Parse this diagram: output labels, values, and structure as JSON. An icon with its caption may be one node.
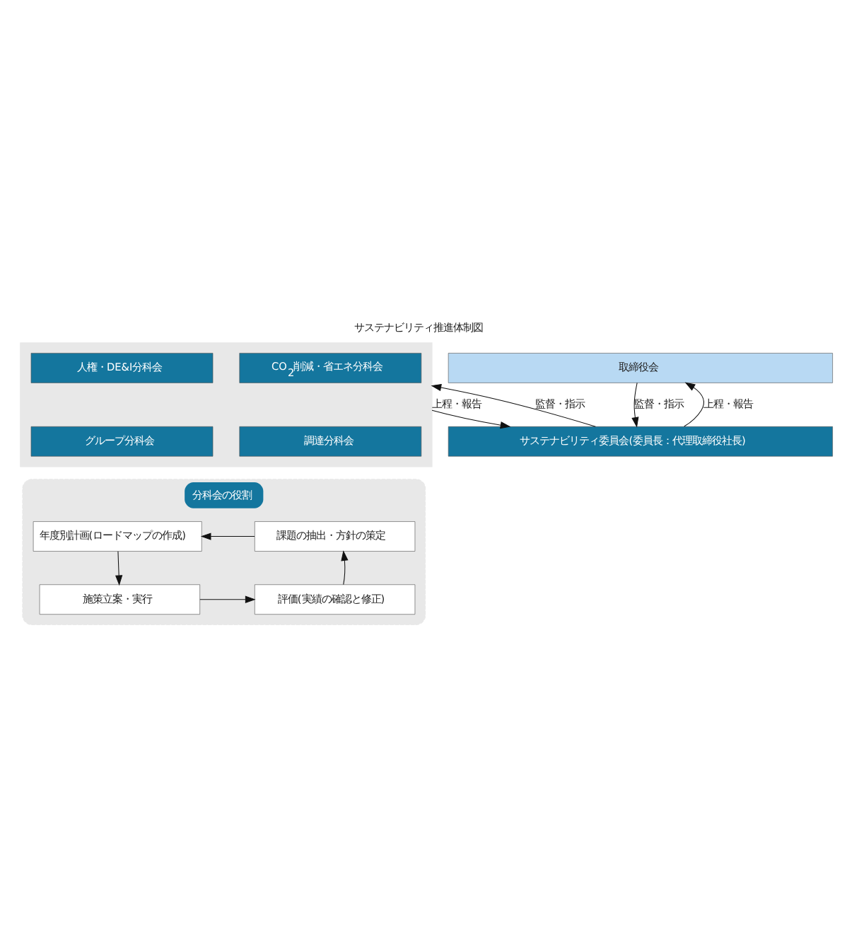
{
  "diagram": {
    "title": "サステナビリティ推進体制図",
    "nodes": [
      {
        "text": [
          "取締役会"
        ]
      },
      {
        "text": [
          "サステナビリティ委員会(委員長：代理取締役社長)"
        ]
      },
      {
        "text": [],
        "shape": "box"
      },
      {
        "text": [
          "CO$_{2}$削減・省エネ分科会"
        ],
        "in": 2
      },
      {
        "text": [
          "人権・DE&I分科会"
        ],
        "in": 2
      },
      {
        "text": [
          "調達分科会"
        ],
        "in": 2
      },
      {
        "text": [
          "グループ分科会"
        ],
        "in": 2
      },
      {
        "text": [
          "分科会の役割"
        ]
      },
      {
        "text": [
          "課題の抽出・方針の策定"
        ],
        "in": 7
      },
      {
        "text": [
          "年度別計画(ロードマップの作成)"
        ],
        "in": 7
      },
      {
        "text": [
          "施策立案・実行"
        ],
        "in": 7
      },
      {
        "text": [
          "評価(実績の確認と修正)"
        ],
        "in": 7
      }
    ],
    "edges": [
      {
        "from": 1,
        "to": 0,
        "arrow": "to",
        "label": "上程・報告"
      },
      {
        "from": 0,
        "to": 1,
        "arrow": "to",
        "label": "監督・指示"
      },
      {
        "from": 2,
        "to": 1,
        "arrow": "to",
        "label": "上程・報告"
      },
      {
        "from": 1,
        "to": 2,
        "arrow": "to",
        "label": "監督・指示"
      },
      {
        "from": 8,
        "to": 9,
        "arrow": "to"
      },
      {
        "from": 9,
        "to": 10,
        "arrow": "to"
      },
      {
        "from": 10,
        "to": 11,
        "arrow": "to"
      },
      {
        "from": 11,
        "to": 8,
        "arrow": "to"
      }
    ]
  }
}
